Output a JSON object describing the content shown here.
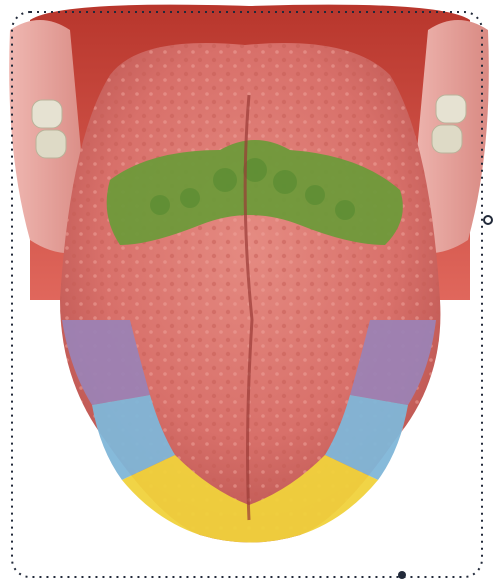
{
  "figure": {
    "subject": "tongue-taste-zones",
    "zones": [
      {
        "id": "back",
        "color": "#6e9a3a"
      },
      {
        "id": "sides-upper",
        "color": "#9c82b4"
      },
      {
        "id": "sides-middle",
        "color": "#7fb6d8"
      },
      {
        "id": "tip",
        "color": "#f0d23c"
      }
    ],
    "frame": {
      "style": "dotted",
      "color": "#222a3a"
    },
    "colors": {
      "tongue": "#d8706a",
      "tongue_dark": "#b44e4a",
      "gum": "#e7a29d",
      "teeth": "#e6e2d2",
      "mouth": "#c54538"
    }
  }
}
